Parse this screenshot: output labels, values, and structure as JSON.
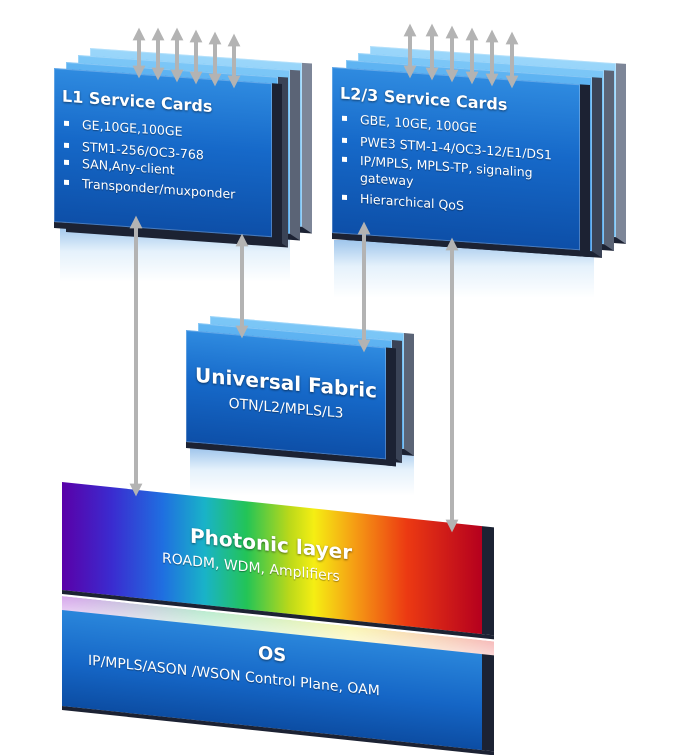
{
  "l1_cards": {
    "title": "L1 Service Cards",
    "items": [
      "GE,10GE,100GE",
      "STM1-256/OC3-768",
      "SAN,Any-client",
      "Transponder/muxponder"
    ]
  },
  "l23_cards": {
    "title": "L2/3 Service Cards",
    "items": [
      "GBE, 10GE, 100GE",
      "PWE3 STM-1-4/OC3-12/E1/DS1",
      "IP/MPLS, MPLS-TP, signaling gateway",
      "Hierarchical QoS"
    ]
  },
  "fabric": {
    "title": "Universal Fabric",
    "subtitle": "OTN/L2/MPLS/L3"
  },
  "photonic": {
    "title": "Photonic  layer",
    "subtitle": "ROADM, WDM, Amplifiers"
  },
  "os": {
    "title": "OS",
    "subtitle": "IP/MPLS/ASON /WSON Control Plane, OAM"
  },
  "colors": {
    "card_blue": "#1669c9",
    "card_edge": "#1c2233",
    "arrow_gray": "#b3b3b3"
  }
}
